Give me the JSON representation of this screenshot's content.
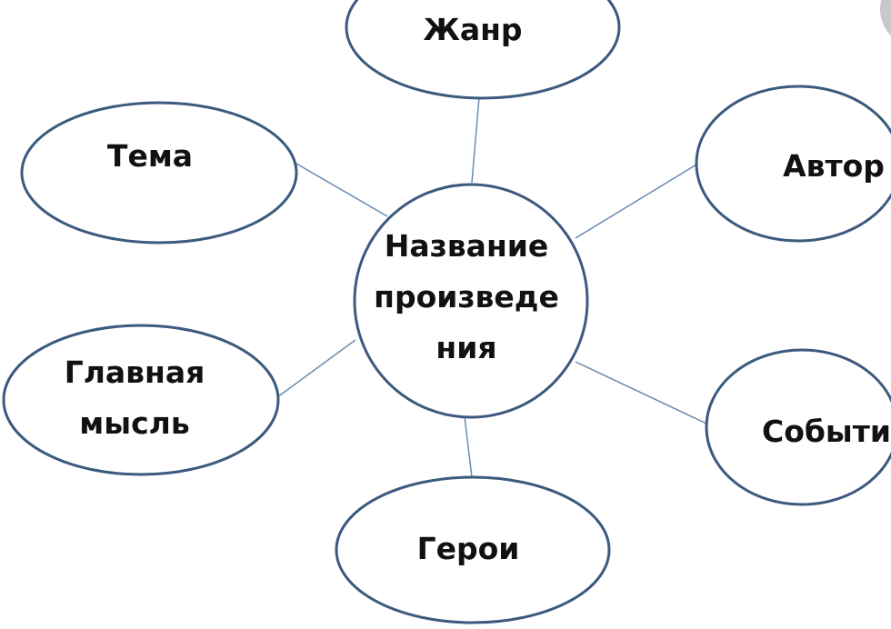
{
  "colors": {
    "stroke": "#3b5a7e",
    "connector": "#6a8bb0",
    "text": "#111111"
  },
  "center": {
    "label_lines": [
      "Название",
      "произведе",
      "ния"
    ]
  },
  "nodes": [
    {
      "id": "genre",
      "label": "Жанр"
    },
    {
      "id": "theme",
      "label": "Тема"
    },
    {
      "id": "author",
      "label": "Автор"
    },
    {
      "id": "main-idea",
      "label_lines": [
        "Главная",
        "мысль"
      ]
    },
    {
      "id": "events",
      "label": "События"
    },
    {
      "id": "heroes",
      "label": "Герои"
    }
  ]
}
